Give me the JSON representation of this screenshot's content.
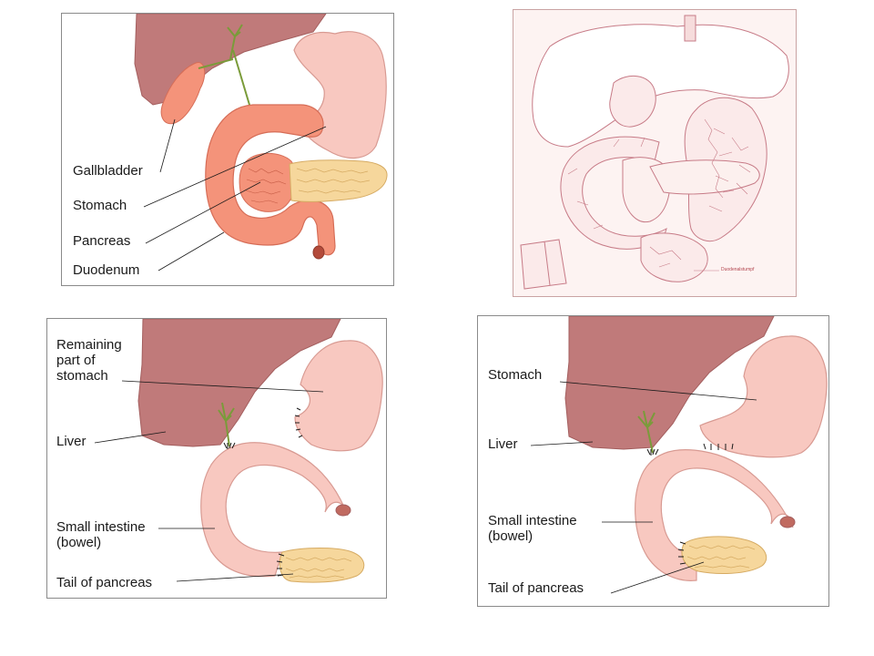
{
  "colors": {
    "liver": "#c07a7a",
    "liver_edge": "#a35e5e",
    "stomach": "#f8c8c0",
    "stomach_edge": "#d89a92",
    "duodenum": "#f4937a",
    "duodenum_edge": "#d66d57",
    "pancreas": "#f6d79c",
    "pancreas_edge": "#d6ab63",
    "bile_duct": "#7a9b3a",
    "sketch_line": "#c77b87",
    "sketch_bg": "#fdf3f2"
  },
  "panel_top_left": {
    "labels": {
      "gallbladder": "Gallbladder",
      "stomach": "Stomach",
      "pancreas": "Pancreas",
      "duodenum": "Duodenum"
    }
  },
  "panel_top_right": {
    "annotation": "Duodenalstumpf"
  },
  "panel_bottom_left": {
    "labels": {
      "remaining_stomach": "Remaining\npart of\nstomach",
      "liver": "Liver",
      "small_intestine": "Small intestine\n(bowel)",
      "tail_pancreas": "Tail of pancreas"
    }
  },
  "panel_bottom_right": {
    "labels": {
      "stomach": "Stomach",
      "liver": "Liver",
      "small_intestine": "Small intestine\n(bowel)",
      "tail_pancreas": "Tail of pancreas"
    }
  }
}
